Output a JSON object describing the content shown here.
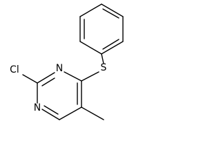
{
  "molecule": {
    "atoms": {
      "chlorine": "Cl",
      "nitrogen_top": "N",
      "nitrogen_bottom": "N",
      "sulfur": "S"
    }
  }
}
